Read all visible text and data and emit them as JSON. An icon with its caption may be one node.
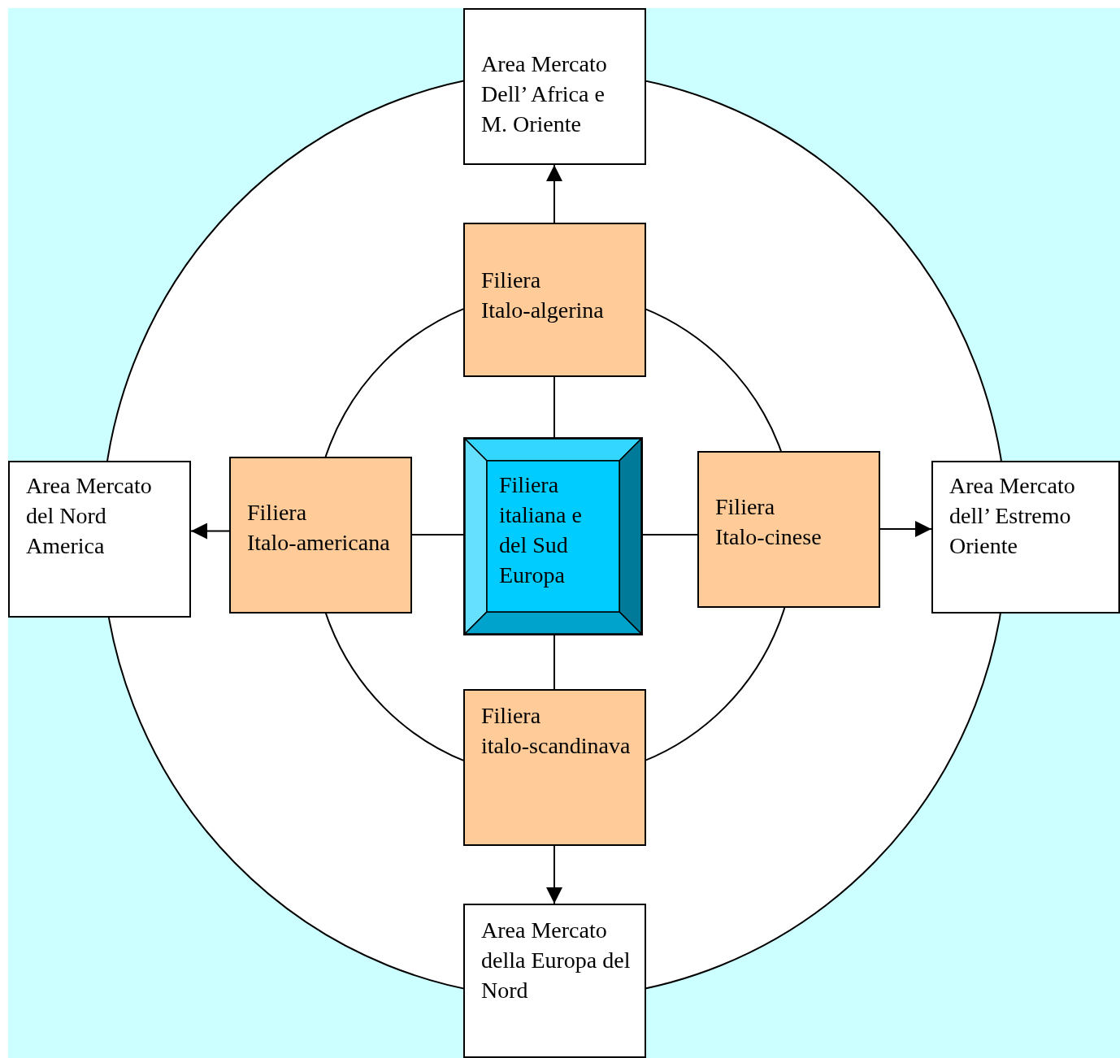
{
  "diagram": {
    "nodes": [
      {
        "text": [
          "Area Mercato Dell’ Africa e M. Oriente"
        ]
      },
      {
        "text": [
          "Filiera Italo-algerina"
        ]
      },
      {
        "text": [
          "Area Mercato del Nord America"
        ]
      },
      {
        "text": [
          "Filiera Italo-americana"
        ]
      },
      {
        "text": [
          "Filiera italiana e del Sud Europa"
        ]
      },
      {
        "text": [
          "Filiera Italo-cinese"
        ]
      },
      {
        "text": [
          "Area Mercato dell’ Estremo Oriente"
        ]
      },
      {
        "text": [
          "Filiera italo-scandinava"
        ]
      },
      {
        "text": [
          "Area Mercato della Europa del Nord"
        ]
      }
    ],
    "edges": [
      {
        "from": 4,
        "to": 1,
        "arrow": "none"
      },
      {
        "from": 4,
        "to": 3,
        "arrow": "none"
      },
      {
        "from": 4,
        "to": 5,
        "arrow": "none"
      },
      {
        "from": 4,
        "to": 7,
        "arrow": "none"
      },
      {
        "from": 1,
        "to": 0,
        "arrow": "to"
      },
      {
        "from": 3,
        "to": 2,
        "arrow": "to"
      },
      {
        "from": 5,
        "to": 6,
        "arrow": "to"
      },
      {
        "from": 7,
        "to": 8,
        "arrow": "to"
      }
    ]
  }
}
